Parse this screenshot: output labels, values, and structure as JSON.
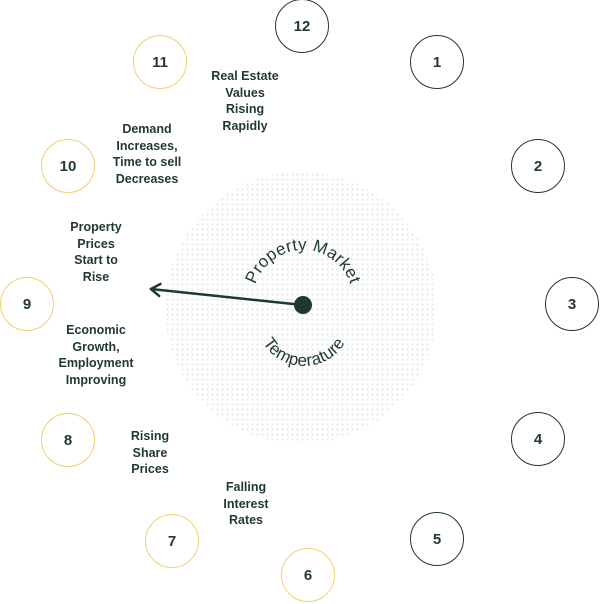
{
  "clock": {
    "title_top": "Property Market",
    "title_bottom": "Temperature",
    "hands_points_to": 9.2,
    "colors": {
      "active": "#f2cf73",
      "inactive": "#1f3a2c",
      "hand": "#1f3a2c"
    },
    "positions": [
      {
        "number": "1",
        "state": "inactive"
      },
      {
        "number": "2",
        "state": "inactive"
      },
      {
        "number": "3",
        "state": "inactive"
      },
      {
        "number": "4",
        "state": "inactive"
      },
      {
        "number": "5",
        "state": "inactive"
      },
      {
        "number": "6",
        "state": "active"
      },
      {
        "number": "7",
        "state": "active"
      },
      {
        "number": "8",
        "state": "active"
      },
      {
        "number": "9",
        "state": "active"
      },
      {
        "number": "10",
        "state": "active"
      },
      {
        "number": "11",
        "state": "active"
      },
      {
        "number": "12",
        "state": "inactive"
      }
    ],
    "stages": [
      {
        "lines": [
          "Falling",
          "Interest",
          "Rates"
        ]
      },
      {
        "lines": [
          "Rising",
          "Share",
          "Prices"
        ]
      },
      {
        "lines": [
          "Economic",
          "Growth,",
          "Employment",
          "Improving"
        ]
      },
      {
        "lines": [
          "Property",
          "Prices",
          "Start to",
          "Rise"
        ]
      },
      {
        "lines": [
          "Demand",
          "Increases,",
          "Time to sell",
          "Decreases"
        ]
      },
      {
        "lines": [
          "Real Estate",
          "Values",
          "Rising",
          "Rapidly"
        ]
      }
    ]
  }
}
